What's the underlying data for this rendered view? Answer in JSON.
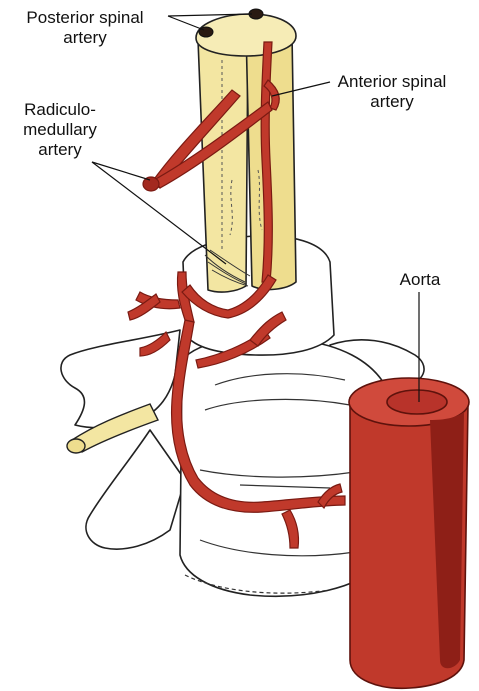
{
  "labels": {
    "posterior_spinal": [
      "Posterior spinal",
      "artery"
    ],
    "anterior_spinal": [
      "Anterior spinal",
      "artery"
    ],
    "radiculomedullary": [
      "Radiculo-",
      "medullary",
      "artery"
    ],
    "aorta": [
      "Aorta"
    ]
  },
  "colors": {
    "artery": "#C0392B",
    "artery_dark": "#8E1F17",
    "cord": "#F3E6A2",
    "bone": "#FFFFFF",
    "outline": "#222222",
    "lumen": "#B8332A"
  }
}
